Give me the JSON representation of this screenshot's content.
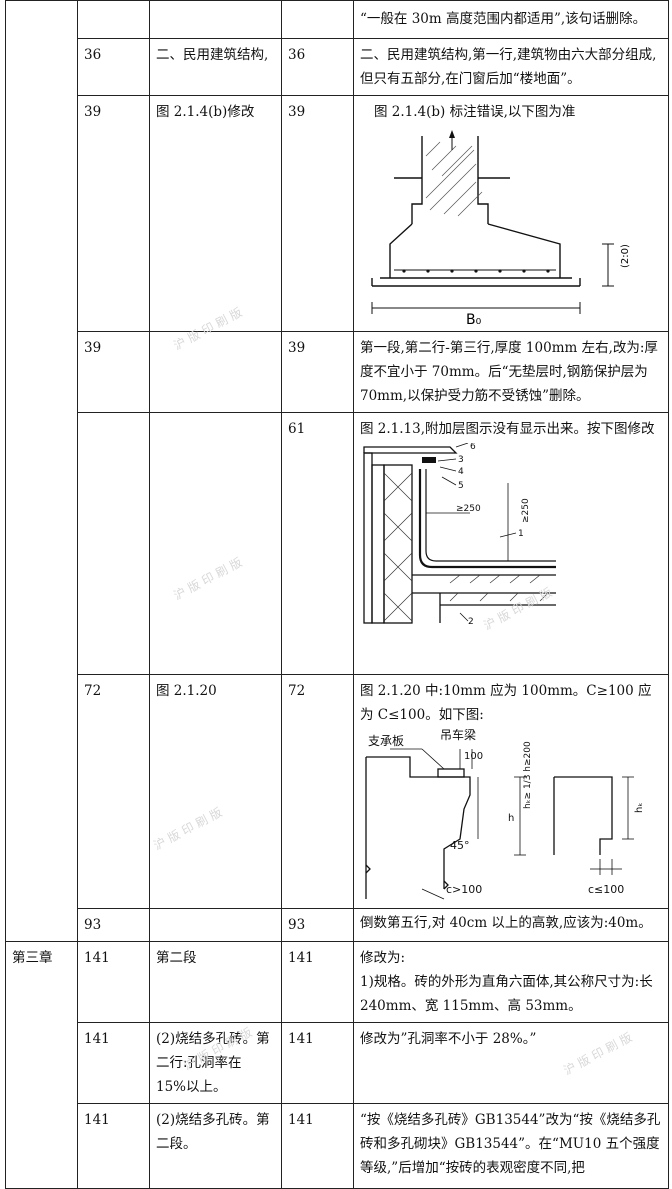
{
  "rows": [
    {
      "chapter": "",
      "page_orig": "",
      "original": "",
      "page_new": "",
      "note": "“一般在 30m 高度范围内都适用”,该句话删除。"
    },
    {
      "chapter": "",
      "page_orig": "36",
      "original": "二、民用建筑结构,",
      "page_new": "36",
      "note": "二、民用建筑结构,第一行,建筑物由六大部分组成,但只有五部分,在门窗后加“楼地面”。"
    },
    {
      "chapter": "",
      "page_orig": "39",
      "original": "图 2.1.4(b)修改",
      "page_new": "39",
      "note": "图 2.1.4(b)   标注错误,以下图为准"
    },
    {
      "chapter": "",
      "page_orig": "39",
      "original": "",
      "page_new": "39",
      "note": "第一段,第二行-第三行,厚度 100mm 左右,改为:厚度不宜小于 70mm。后“无垫层时,钢筋保护层为 70mm,以保护受力筋不受锈蚀”删除。"
    },
    {
      "chapter": "",
      "page_orig": "61",
      "original": "",
      "page_new": "61",
      "note": "图 2.1.13,附加层图示没有显示出来。按下图修改"
    },
    {
      "chapter": "",
      "page_orig": "72",
      "original": "图 2.1.20",
      "page_new": "72",
      "note": "图 2.1.20 中:10mm  应为  100mm。C≥100 应为  C≤100。如下图:"
    },
    {
      "chapter": "",
      "page_orig": "93",
      "original": "",
      "page_new": "93",
      "note": "倒数第五行,对 40cm 以上的高敦,应该为:40m。"
    },
    {
      "chapter": "第三章",
      "page_orig": "141",
      "original": "第二段",
      "page_new": "141",
      "note": "修改为:",
      "note2": "1)规格。砖的外形为直角六面体,其公称尺寸为:长 240mm、宽 115mm、高 53mm。"
    },
    {
      "chapter": "",
      "page_orig": "141",
      "original": "(2)烧结多孔砖。第二行:孔洞率在 15%以上。",
      "page_new": "141",
      "note": "修改为”孔洞率不小于 28%。”"
    },
    {
      "chapter": "",
      "page_orig": "141",
      "original": "(2)烧结多孔砖。第二段。",
      "page_new": "141",
      "note": "“按《烧结多孔砖》GB13544”改为“按《烧结多孔砖和多孔砌块》GB13544”。在“MU10 五个强度等级,”后增加“按砖的表观密度不同,把"
    }
  ],
  "figures": {
    "fig_2_1_4b": {
      "label_b0": "B₀",
      "label_h": "(2:0)"
    },
    "fig_2_1_13": {
      "callouts": [
        "6",
        "3",
        "4",
        "5",
        "1",
        "2"
      ],
      "dim_250_a": "≥250",
      "dim_250_b": "≥250"
    },
    "fig_2_1_20": {
      "label_support": "支承板",
      "label_crane": "吊车梁",
      "dim_100": "100",
      "dim_hk": "hₖ≥ 1/3 h≥200",
      "label_h": "h",
      "label_angle": "45°",
      "dim_c1": "c>100",
      "dim_c2": "c≤100",
      "label_hk": "hₖ"
    }
  },
  "watermarks": [
    "沪 版 印 刷 版",
    "沪 版 印 刷 版",
    "沪 版 印 刷 版",
    "沪 版 印 刷 版",
    "沪 版 印 刷 版",
    "沪 版 印 刷 版"
  ]
}
